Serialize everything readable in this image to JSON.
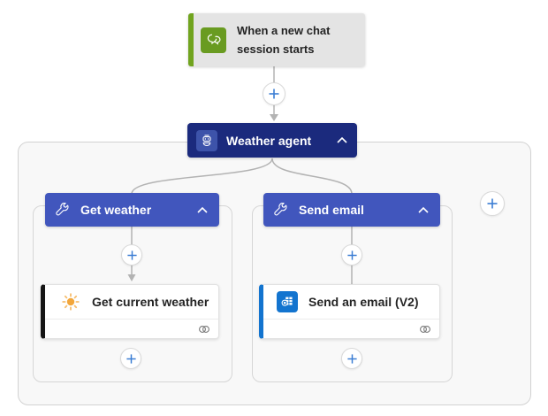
{
  "app": {
    "name": "flow-designer-canvas"
  },
  "trigger": {
    "label_line1": "When a new chat",
    "label_line2": "session starts",
    "icon": "chat-bubbles-icon",
    "accent_color": "#71a41f",
    "icon_bg": "#699b21",
    "card_bg": "#e4e4e4"
  },
  "agent": {
    "label": "Weather agent",
    "icon": "bot-icon",
    "bg": "#1b2a7d",
    "icon_bg": "#3d53aa",
    "collapse_icon": "chevron-up-icon"
  },
  "branches": [
    {
      "label": "Get weather",
      "icon": "wrench-icon",
      "bg": "#4156bd",
      "collapse_icon": "chevron-up-icon",
      "action": {
        "label": "Get current weather",
        "icon": "sun-icon",
        "accent_color": "#151515",
        "status_icon": "connection-icon"
      }
    },
    {
      "label": "Send email",
      "icon": "wrench-icon",
      "bg": "#4156bd",
      "collapse_icon": "chevron-up-icon",
      "action": {
        "label": "Send an email (V2)",
        "icon": "outlook-icon",
        "accent_color": "#1374cf",
        "status_icon": "connection-icon"
      }
    }
  ],
  "connectors": {
    "color": "#b3b3b3",
    "plus_color": "#3b7dd4",
    "plus_glyph": "+"
  },
  "containers": {
    "outer_bg": "#f8f8f8",
    "border_color": "#d2d2d2"
  }
}
